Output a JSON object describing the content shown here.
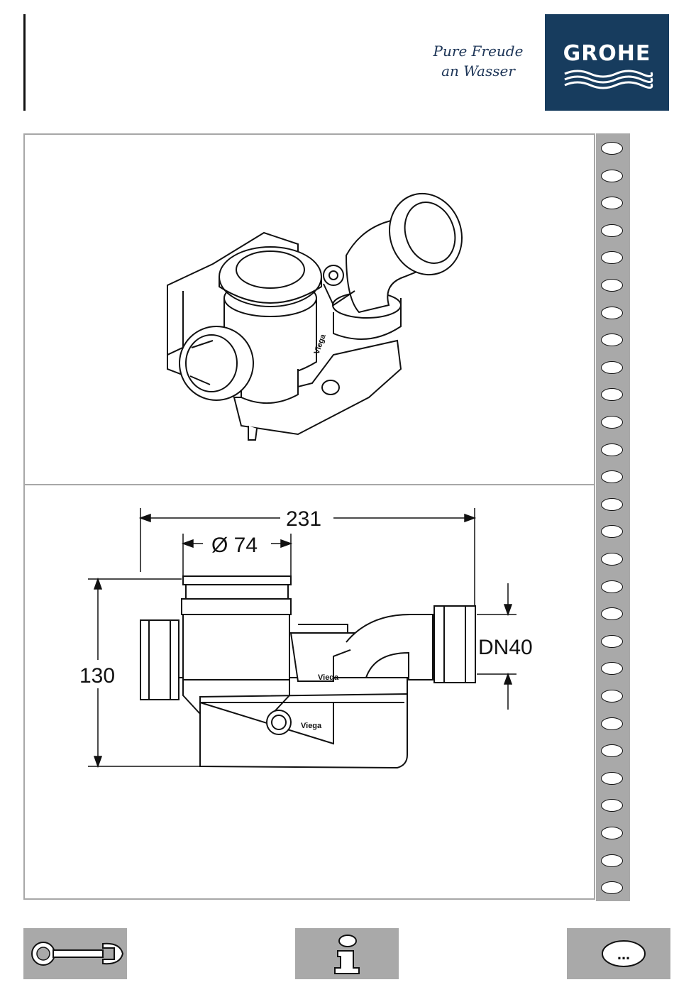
{
  "header": {
    "tagline_line1": "Pure Freude",
    "tagline_line2": "an Wasser",
    "brand": "GROHE",
    "brand_color": "#173c5e"
  },
  "drawing": {
    "dimensions": {
      "overall_width": "231",
      "diameter": "Ø 74",
      "height": "130",
      "connection": "DN40"
    },
    "maker_marks": [
      "Viega",
      "Viega",
      "Viega"
    ]
  },
  "strip": {
    "hole_count": 28,
    "color": "#a9a9a9"
  },
  "footer": {
    "buttons": [
      {
        "name": "tools-button",
        "icon": "wrench-icon"
      },
      {
        "name": "info-button",
        "icon": "info-icon"
      },
      {
        "name": "more-button",
        "icon": "ellipsis-icon",
        "label": "..."
      }
    ]
  }
}
